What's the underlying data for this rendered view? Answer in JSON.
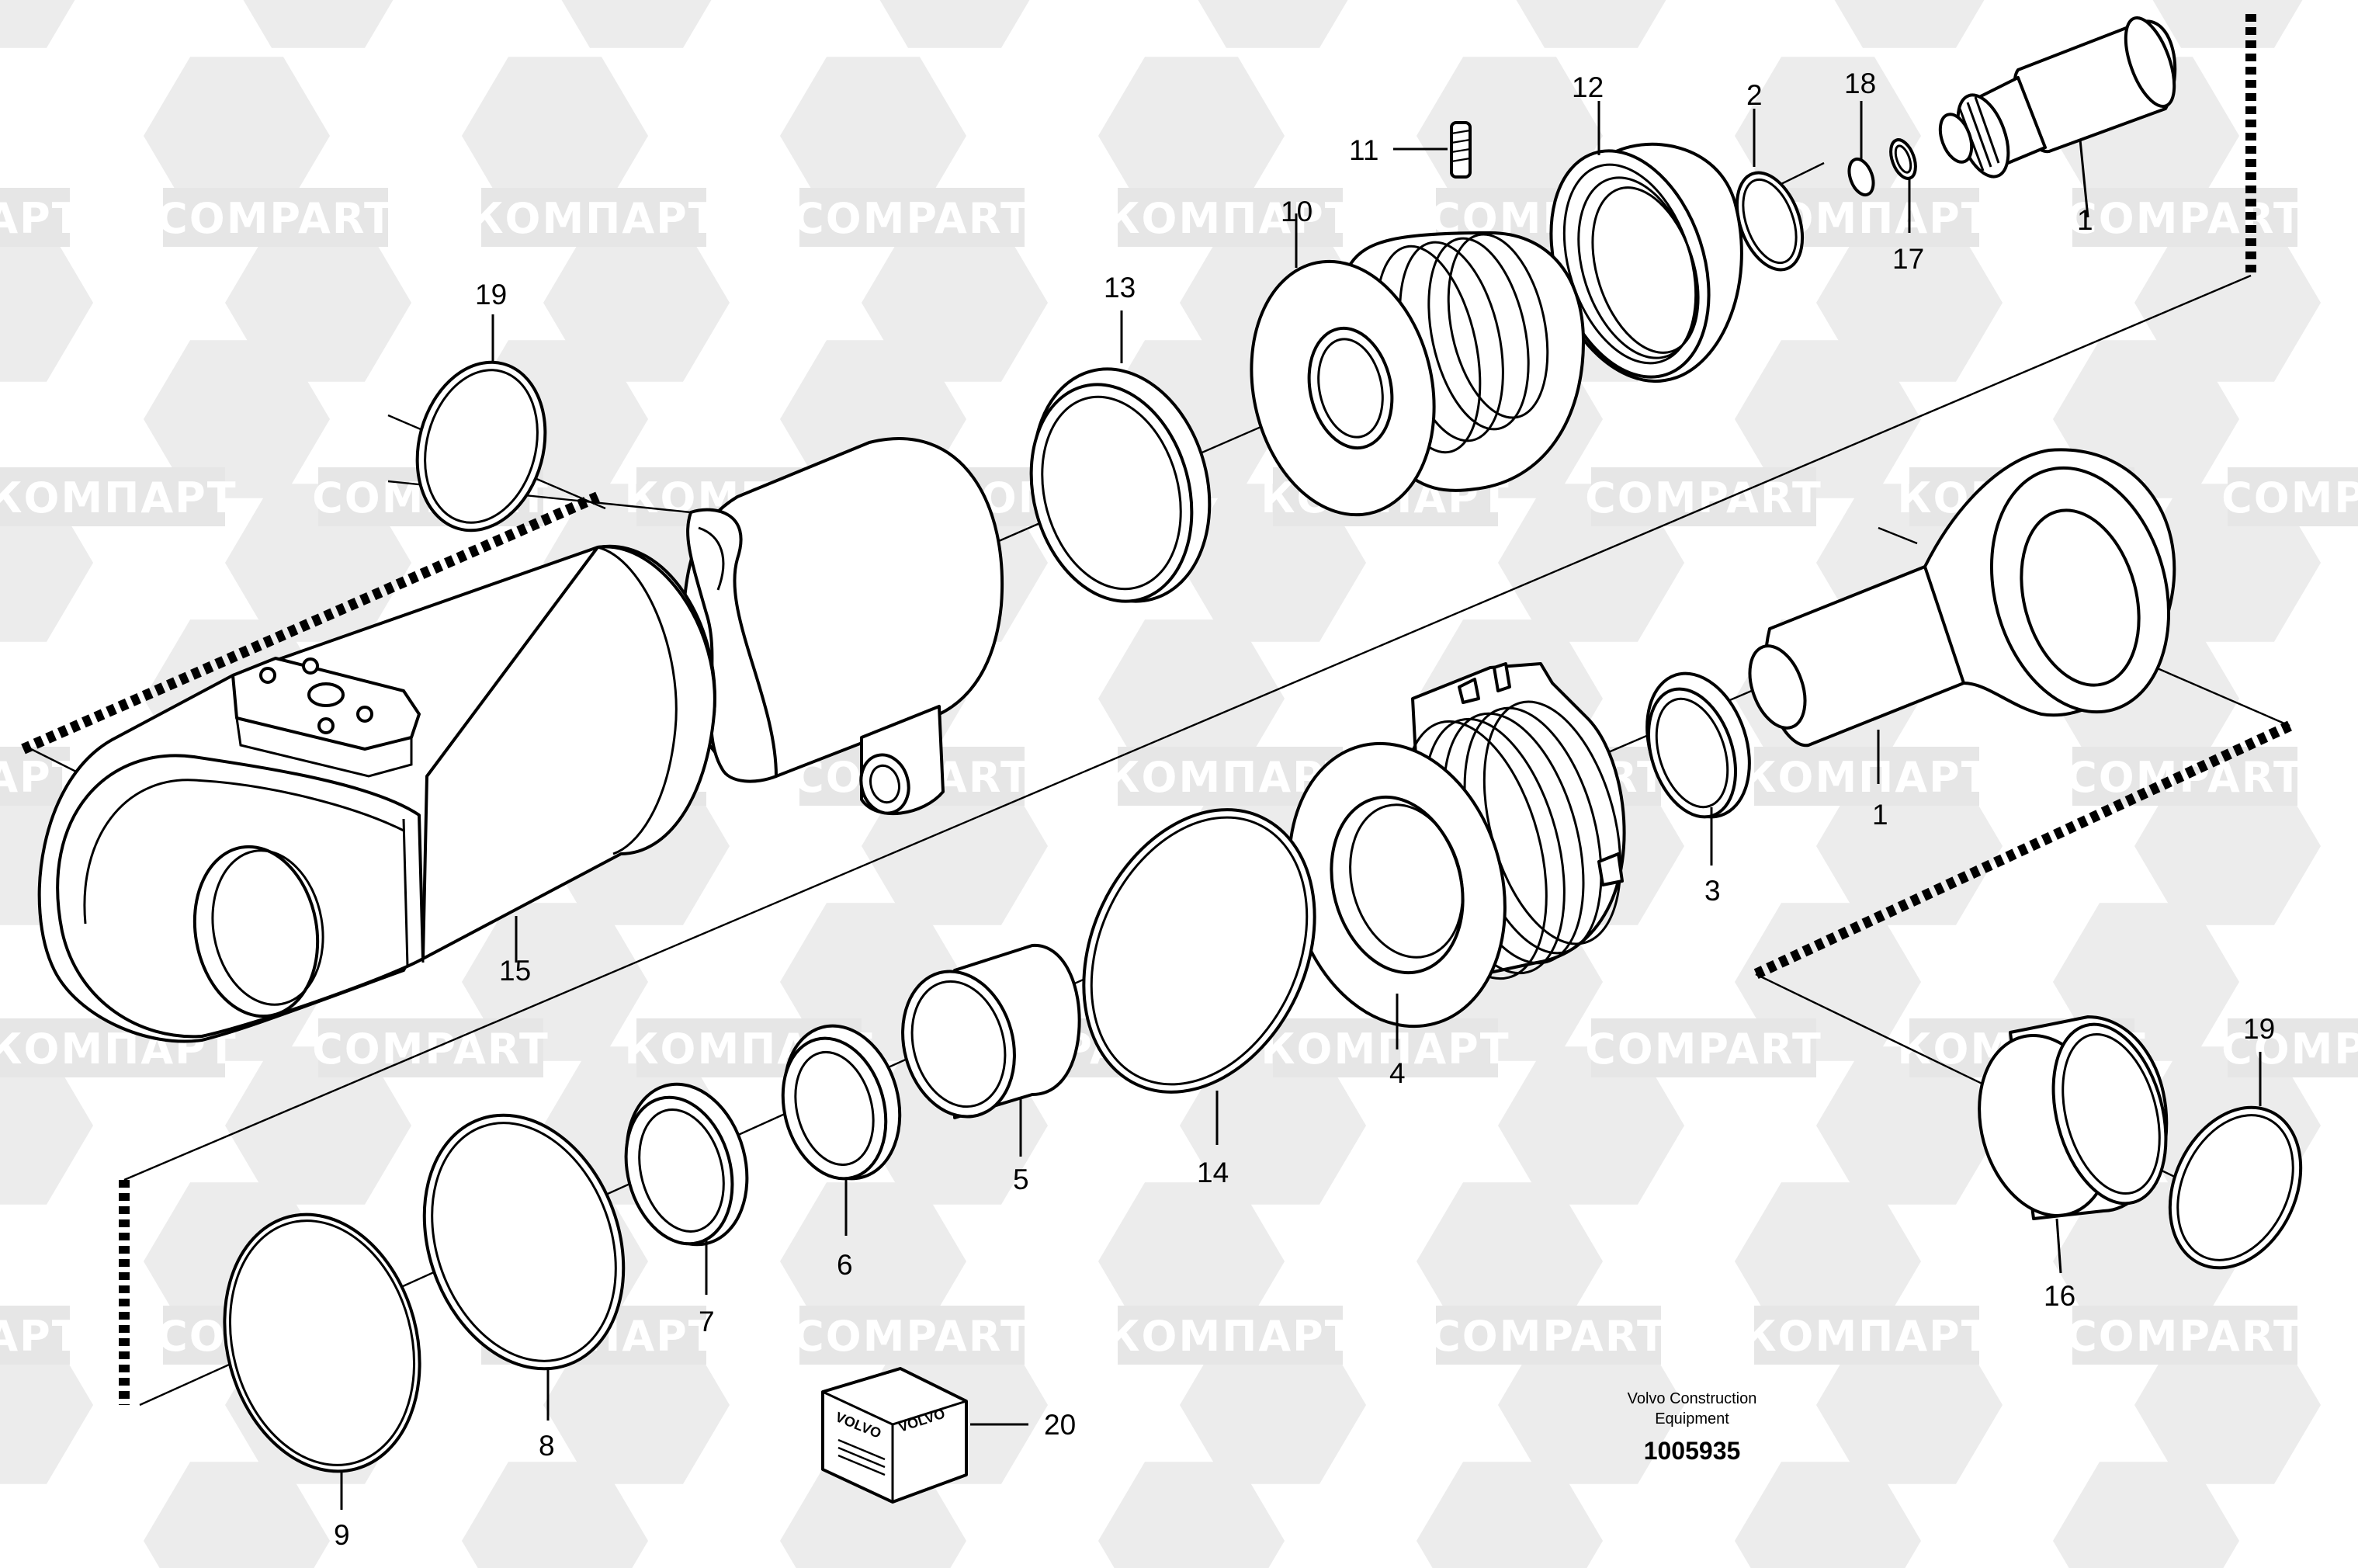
{
  "watermark": {
    "latin": "COMPART",
    "cyrillic": "КОМПАРТ"
  },
  "labels": {
    "p1a": "1",
    "p1b": "1",
    "p2": "2",
    "p3": "3",
    "p4": "4",
    "p5": "5",
    "p6": "6",
    "p7": "7",
    "p8": "8",
    "p9": "9",
    "p10": "10",
    "p11": "11",
    "p12": "12",
    "p13": "13",
    "p14": "14",
    "p15": "15",
    "p16": "16",
    "p17": "17",
    "p18": "18",
    "p19a": "19",
    "p19b": "19",
    "p20": "20"
  },
  "kit_box": {
    "brand": "VOLVO"
  },
  "footer": {
    "line1": "Volvo Construction",
    "line2": "Equipment",
    "code": "1005935"
  }
}
